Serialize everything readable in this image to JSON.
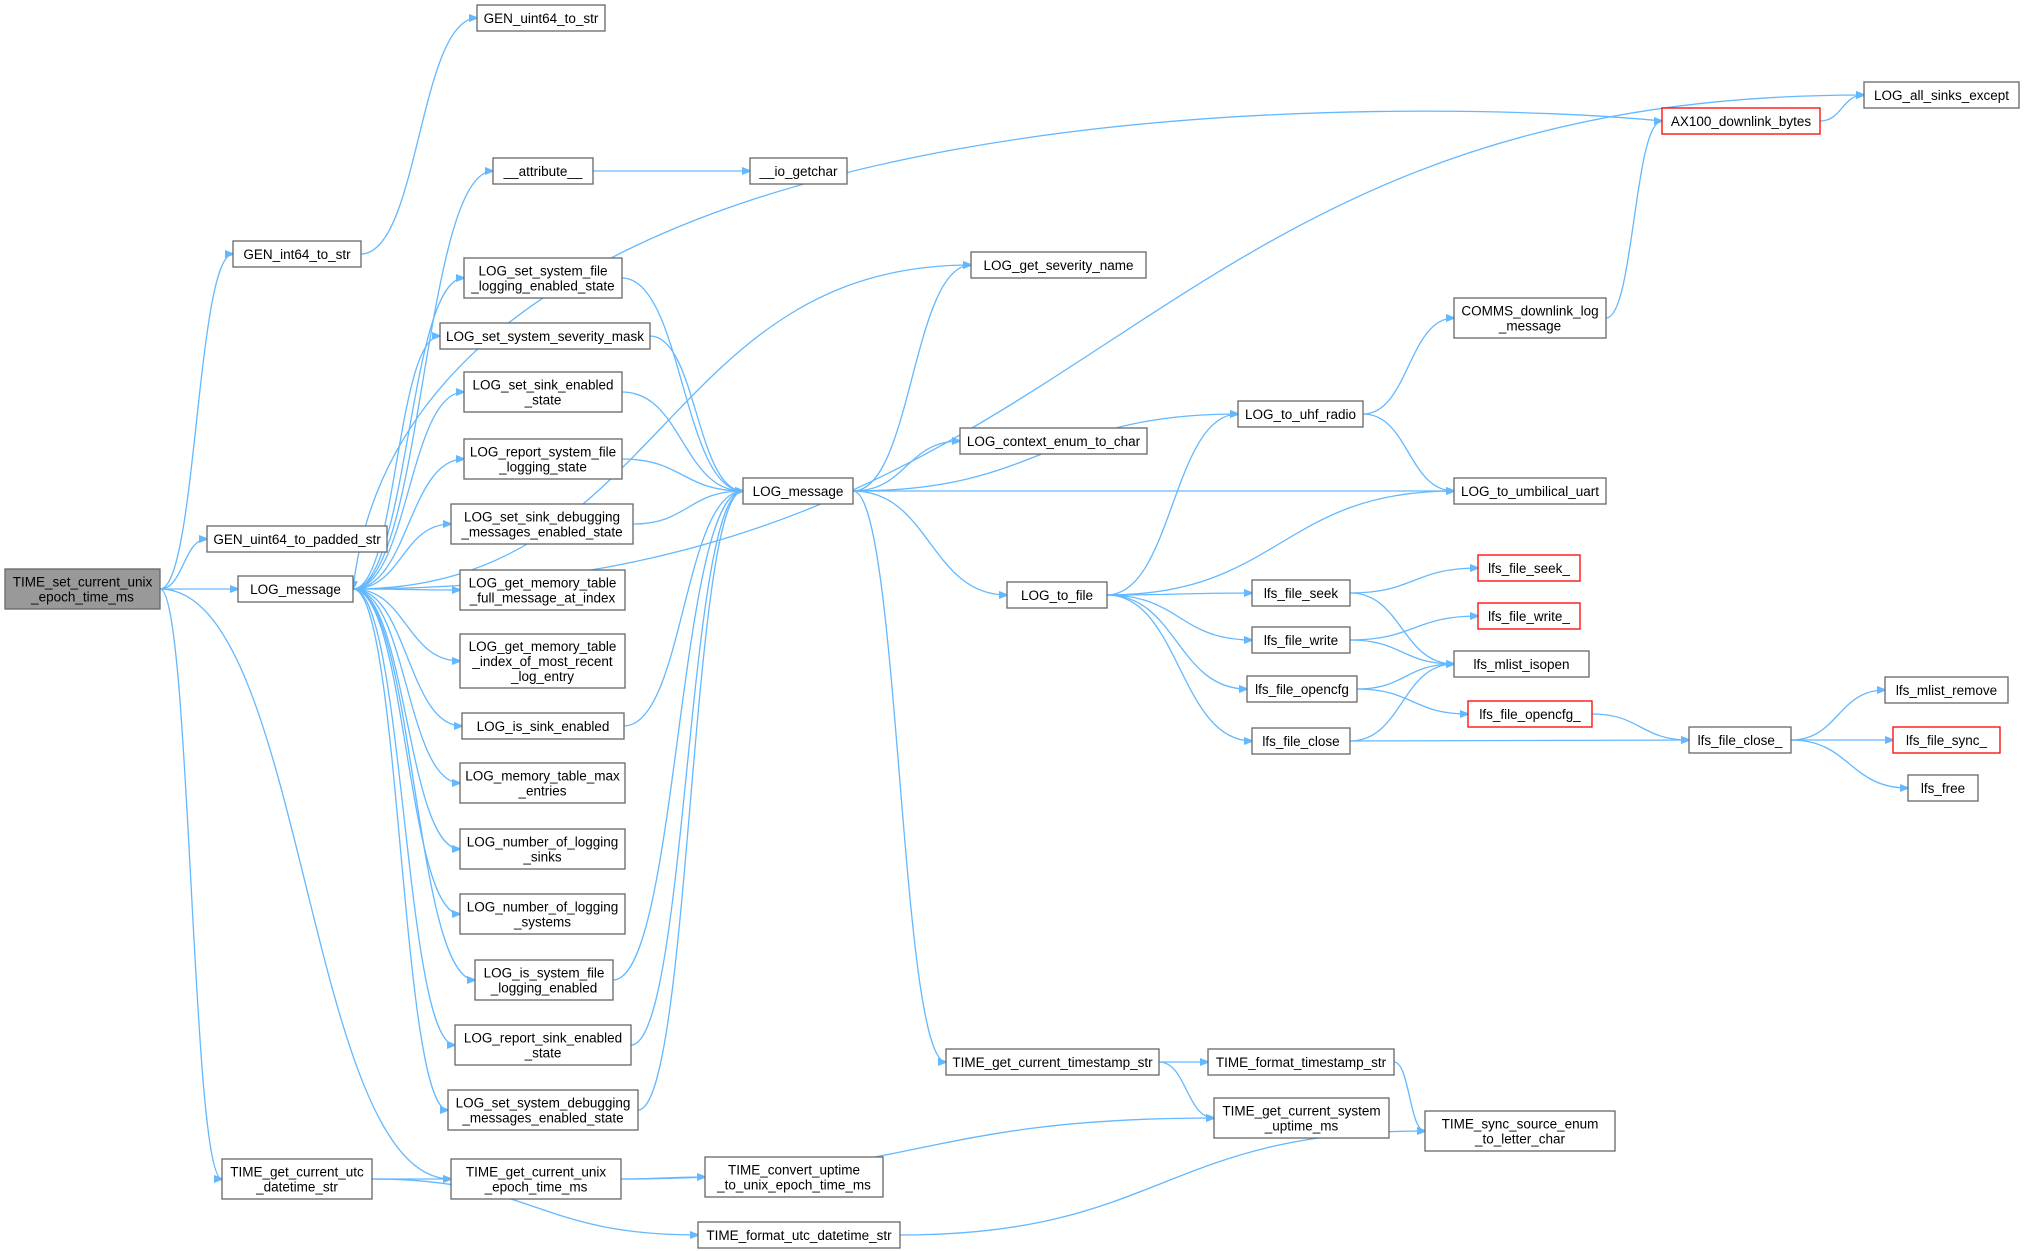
{
  "colors": {
    "edge": "#63b8ff",
    "node_border": "#666666",
    "root_fill": "#999999",
    "truncated_border": "#ff0000"
  },
  "nodes": [
    {
      "id": "root",
      "lines": [
        "TIME_set_current_unix",
        "_epoch_time_ms"
      ],
      "kind": "root"
    },
    {
      "id": "gen_int64",
      "lines": [
        "GEN_int64_to_str"
      ]
    },
    {
      "id": "gen_uint64",
      "lines": [
        "GEN_uint64_to_str"
      ]
    },
    {
      "id": "gen_uint64_pad",
      "lines": [
        "GEN_uint64_to_padded_str"
      ]
    },
    {
      "id": "log_msg_a",
      "lines": [
        "LOG_message"
      ]
    },
    {
      "id": "time_utc_str",
      "lines": [
        "TIME_get_current_utc",
        "_datetime_str"
      ]
    },
    {
      "id": "time_unix_ms",
      "lines": [
        "TIME_get_current_unix",
        "_epoch_time_ms"
      ]
    },
    {
      "id": "attribute",
      "lines": [
        "__attribute__"
      ]
    },
    {
      "id": "set_sys_file",
      "lines": [
        "LOG_set_system_file",
        "_logging_enabled_state"
      ]
    },
    {
      "id": "set_sys_sev",
      "lines": [
        "LOG_set_system_severity_mask"
      ]
    },
    {
      "id": "set_sink_en",
      "lines": [
        "LOG_set_sink_enabled",
        "_state"
      ]
    },
    {
      "id": "report_sys_file",
      "lines": [
        "LOG_report_system_file",
        "_logging_state"
      ]
    },
    {
      "id": "set_sink_dbg",
      "lines": [
        "LOG_set_sink_debugging",
        "_messages_enabled_state"
      ]
    },
    {
      "id": "mem_full",
      "lines": [
        "LOG_get_memory_table",
        "_full_message_at_index"
      ]
    },
    {
      "id": "mem_idx",
      "lines": [
        "LOG_get_memory_table",
        "_index_of_most_recent",
        "_log_entry"
      ]
    },
    {
      "id": "is_sink_en",
      "lines": [
        "LOG_is_sink_enabled"
      ]
    },
    {
      "id": "mem_max",
      "lines": [
        "LOG_memory_table_max",
        "_entries"
      ]
    },
    {
      "id": "num_sinks",
      "lines": [
        "LOG_number_of_logging",
        "_sinks"
      ]
    },
    {
      "id": "num_systems",
      "lines": [
        "LOG_number_of_logging",
        "_systems"
      ]
    },
    {
      "id": "is_sys_file",
      "lines": [
        "LOG_is_system_file",
        "_logging_enabled"
      ]
    },
    {
      "id": "report_sink_en",
      "lines": [
        "LOG_report_sink_enabled",
        "_state"
      ]
    },
    {
      "id": "set_sys_dbg",
      "lines": [
        "LOG_set_system_debugging",
        "_messages_enabled_state"
      ]
    },
    {
      "id": "log_msg_b",
      "lines": [
        "LOG_message"
      ]
    },
    {
      "id": "io_getchar",
      "lines": [
        "__io_getchar"
      ]
    },
    {
      "id": "sev_name",
      "lines": [
        "LOG_get_severity_name"
      ]
    },
    {
      "id": "ctx_enum",
      "lines": [
        "LOG_context_enum_to_char"
      ]
    },
    {
      "id": "ts_str",
      "lines": [
        "TIME_get_current_timestamp_str"
      ]
    },
    {
      "id": "fmt_ts",
      "lines": [
        "TIME_format_timestamp_str"
      ]
    },
    {
      "id": "uptime",
      "lines": [
        "TIME_get_current_system",
        "_uptime_ms"
      ]
    },
    {
      "id": "conv_uptime",
      "lines": [
        "TIME_convert_uptime",
        "_to_unix_epoch_time_ms"
      ]
    },
    {
      "id": "fmt_utc",
      "lines": [
        "TIME_format_utc_datetime_str"
      ]
    },
    {
      "id": "sync_src",
      "lines": [
        "TIME_sync_source_enum",
        "_to_letter_char"
      ]
    },
    {
      "id": "to_uhf",
      "lines": [
        "LOG_to_uhf_radio"
      ]
    },
    {
      "id": "to_file",
      "lines": [
        "LOG_to_file"
      ]
    },
    {
      "id": "to_uart",
      "lines": [
        "LOG_to_umbilical_uart"
      ]
    },
    {
      "id": "comms_dl",
      "lines": [
        "COMMS_downlink_log",
        "_message"
      ]
    },
    {
      "id": "ax100",
      "lines": [
        "AX100_downlink_bytes"
      ],
      "kind": "truncated"
    },
    {
      "id": "all_sinks",
      "lines": [
        "LOG_all_sinks_except"
      ]
    },
    {
      "id": "lfs_seek",
      "lines": [
        "lfs_file_seek"
      ]
    },
    {
      "id": "lfs_write",
      "lines": [
        "lfs_file_write"
      ]
    },
    {
      "id": "lfs_opencfg",
      "lines": [
        "lfs_file_opencfg"
      ]
    },
    {
      "id": "lfs_close",
      "lines": [
        "lfs_file_close"
      ]
    },
    {
      "id": "lfs_seek_",
      "lines": [
        "lfs_file_seek_"
      ],
      "kind": "truncated"
    },
    {
      "id": "lfs_write_",
      "lines": [
        "lfs_file_write_"
      ],
      "kind": "truncated"
    },
    {
      "id": "lfs_isopen",
      "lines": [
        "lfs_mlist_isopen"
      ]
    },
    {
      "id": "lfs_opencfg_",
      "lines": [
        "lfs_file_opencfg_"
      ],
      "kind": "truncated"
    },
    {
      "id": "lfs_close_",
      "lines": [
        "lfs_file_close_"
      ]
    },
    {
      "id": "lfs_remove",
      "lines": [
        "lfs_mlist_remove"
      ]
    },
    {
      "id": "lfs_sync_",
      "lines": [
        "lfs_file_sync_"
      ],
      "kind": "truncated"
    },
    {
      "id": "lfs_free",
      "lines": [
        "lfs_free"
      ]
    }
  ]
}
